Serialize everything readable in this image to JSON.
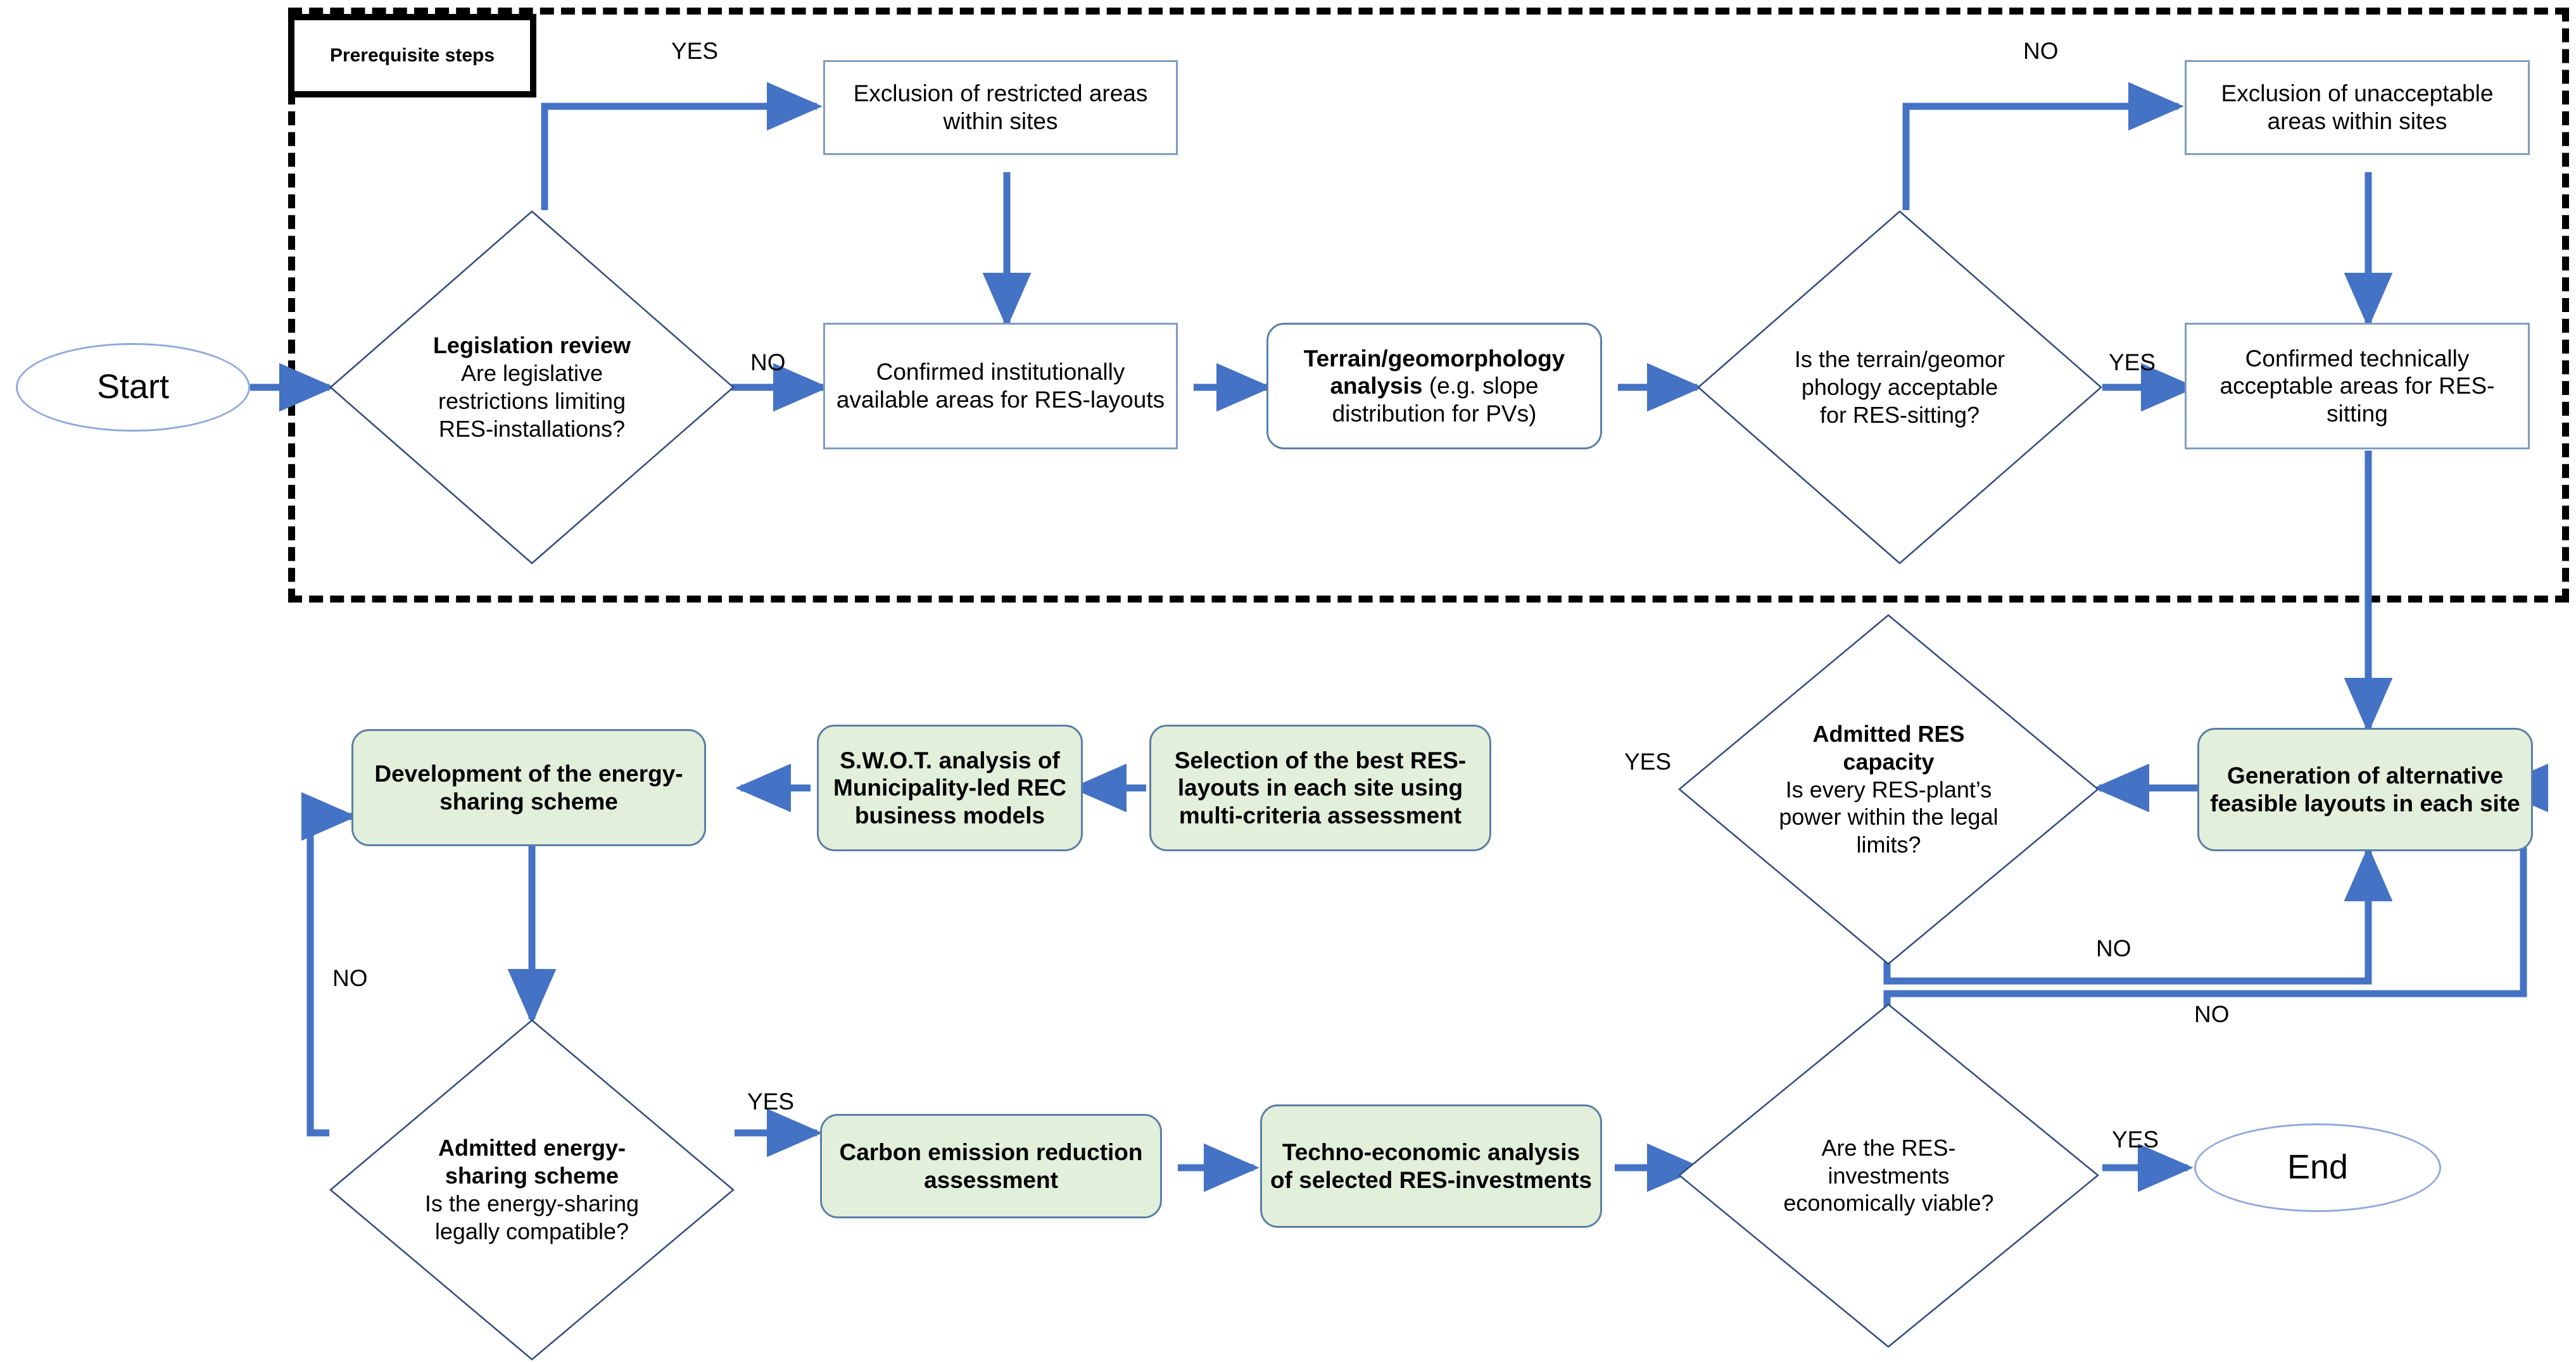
{
  "diagram": {
    "title": "RES siting and energy-sharing decision workflow",
    "colors": {
      "arrow_blue": "#4472C4",
      "green_fill": "#E2EFDA",
      "box_outline": "#7F9DC0",
      "ellipse_outline": "#8FAADC",
      "group_border": "#000000"
    }
  },
  "group": {
    "label": "Prerequisite steps"
  },
  "nodes": {
    "start": {
      "label": "Start",
      "shape": "ellipse"
    },
    "end": {
      "label": "End",
      "shape": "ellipse"
    },
    "legislation_review": {
      "heading": "Legislation review",
      "question": "Are legislative restrictions limiting RES-installations?",
      "shape": "diamond"
    },
    "exclusion_restricted": {
      "label": "Exclusion of restricted areas within sites",
      "shape": "rect"
    },
    "confirmed_institutional": {
      "label": "Confirmed institutionally available areas for RES-layouts",
      "shape": "rect"
    },
    "terrain_analysis": {
      "heading": "Terrain/geomorphology analysis",
      "rest": " (e.g. slope distribution for PVs)",
      "shape": "rounded-rect-white"
    },
    "terrain_question": {
      "question": "Is the terrain/geomor phology acceptable for RES-sitting?",
      "shape": "diamond"
    },
    "exclusion_unacceptable": {
      "label": "Exclusion of unacceptable areas within sites",
      "shape": "rect"
    },
    "confirmed_technical": {
      "label": "Confirmed technically acceptable areas for RES-sitting",
      "shape": "rect"
    },
    "generation_layouts": {
      "label": "Generation of alternative feasible layouts in each site",
      "shape": "rounded-rect-green"
    },
    "admitted_res_capacity": {
      "heading": "Admitted RES capacity",
      "question": "Is every RES-plant’s power within the legal limits?",
      "shape": "diamond"
    },
    "selection_best_layouts": {
      "label": "Selection of the best RES-layouts in each site using multi-criteria assessment",
      "shape": "rounded-rect-green"
    },
    "swot_analysis": {
      "label": "S.W.O.T. analysis of Municipality-led REC business models",
      "shape": "rounded-rect-green"
    },
    "development_scheme": {
      "label": "Development of the energy-sharing scheme",
      "shape": "rounded-rect-green"
    },
    "admitted_energy_sharing": {
      "heading": "Admitted energy-sharing scheme",
      "question": "Is the energy-sharing legally compatible?",
      "shape": "diamond"
    },
    "carbon_emission": {
      "label": "Carbon emission reduction assessment",
      "shape": "rounded-rect-green"
    },
    "techno_economic": {
      "label": "Techno-economic analysis of selected RES-investments",
      "shape": "rounded-rect-green"
    },
    "res_investments_viable": {
      "question": "Are the RES-investments economically viable?",
      "shape": "diamond"
    }
  },
  "edge_labels": {
    "legislation_yes": "YES",
    "legislation_no": "NO",
    "terrain_no": "NO",
    "terrain_yes": "YES",
    "capacity_yes": "YES",
    "capacity_no": "NO",
    "energy_sharing_no": "NO",
    "energy_sharing_yes": "YES",
    "viable_yes": "YES",
    "viable_no": "NO"
  }
}
